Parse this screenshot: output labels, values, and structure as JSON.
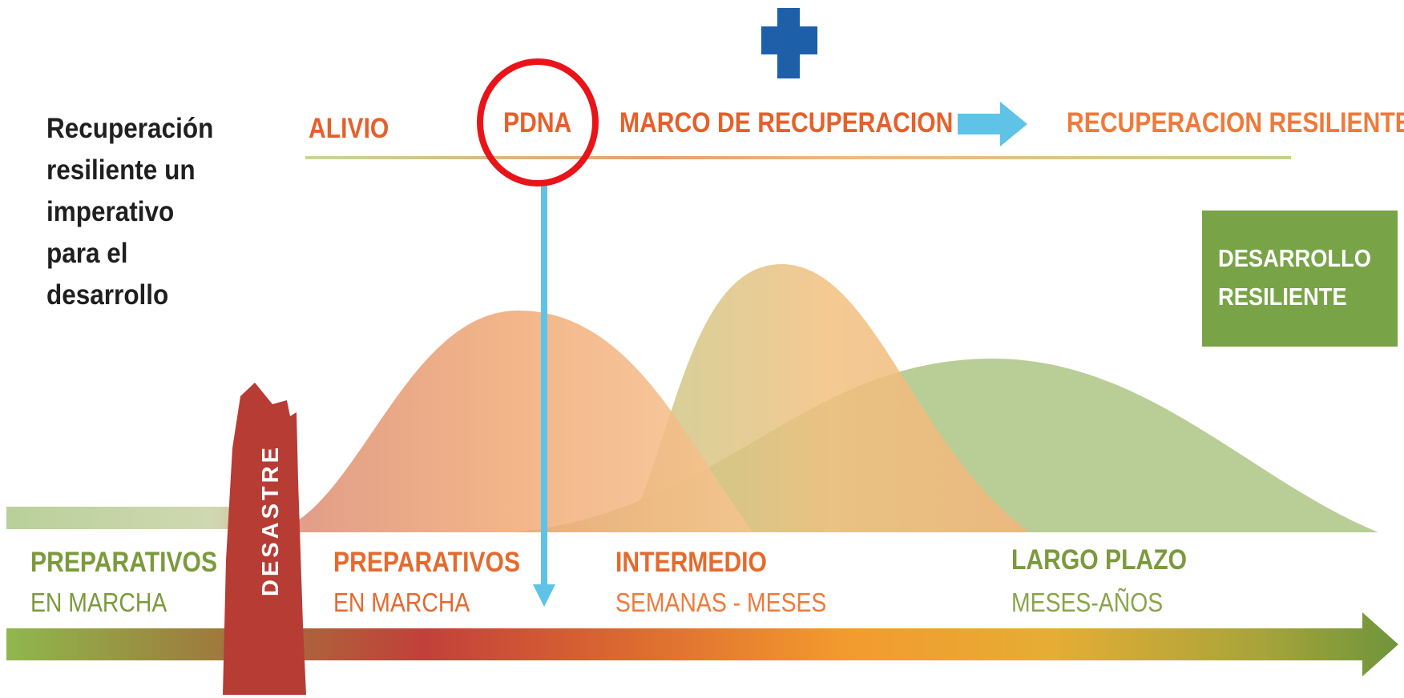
{
  "intro": {
    "lines": [
      "Recuperación",
      "resiliente un",
      "imperativo",
      "para el",
      "desarrollo"
    ]
  },
  "header": {
    "alivio": "ALIVIO",
    "pdna": "PDNA",
    "marco": "MARCO DE RECUPERACION",
    "resiliente": "RECUPERACION RESILIENTE"
  },
  "dev_box": {
    "line1": "DESARROLLO",
    "line2": "RESILIENTE"
  },
  "disaster": {
    "label": "DESASTRE"
  },
  "phases": [
    {
      "title": "PREPARATIVOS",
      "subtitle": "EN MARCHA"
    },
    {
      "title": "PREPARATIVOS",
      "subtitle": "EN MARCHA"
    },
    {
      "title": "INTERMEDIO",
      "subtitle": "SEMANAS - MESES"
    },
    {
      "title": "LARGO PLAZO",
      "subtitle": "MESES-AÑOS"
    }
  ],
  "icons": {
    "plus": "plus-icon",
    "highlight_circle": "circle-highlight",
    "right_arrow": "arrow-right-icon",
    "down_arrow": "arrow-down-icon"
  },
  "colors": {
    "orange_text": "#e5602a",
    "green_text": "#7b9a3c",
    "phase_orange_sub": "#e46a2e",
    "blue_plus": "#1d5fa8",
    "light_blue_arrow": "#5ec3e7",
    "red_circle": "#e8141a",
    "disaster_red": "#b73c34",
    "dev_green": "#78a346"
  }
}
